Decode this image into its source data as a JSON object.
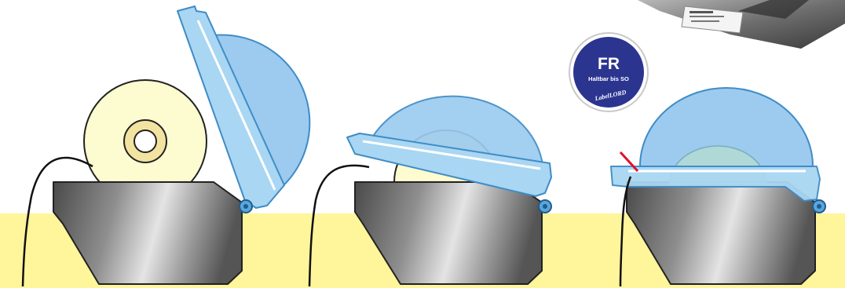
{
  "badge": {
    "code": "FR",
    "subtitle": "Haltbar bis SO",
    "brand": "LabelLORD"
  },
  "colors": {
    "floor": "#fff59a",
    "lid": "#a9d6f2",
    "lid_outline": "#3f8cc6",
    "dome": "#9ccbef",
    "roll": "#fdfbd0",
    "badge": "#2b3590",
    "cutter": "#e0102a"
  },
  "icons": [
    "label-roll-icon",
    "printer-lid-icon",
    "cutter-blade-icon",
    "hinge-icon"
  ]
}
